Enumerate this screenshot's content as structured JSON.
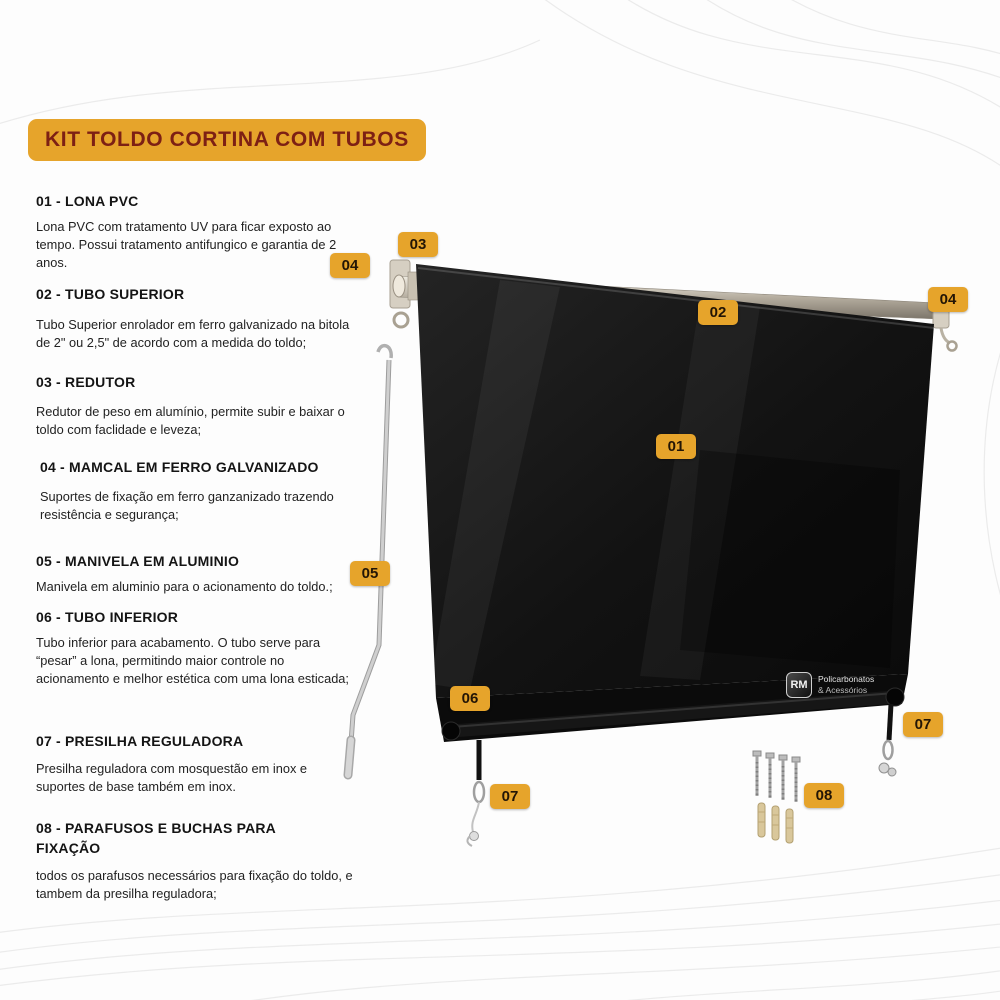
{
  "title": "KIT TOLDO CORTINA COM TUBOS",
  "colors": {
    "badge-bg": "#E6A42B",
    "badge-text": "#231505",
    "title-bg": "#E6A42B",
    "title-text": "#7D2014",
    "heading-text": "#141414",
    "body-text": "#222222"
  },
  "items": [
    {
      "heading": "01 - LONA PVC",
      "body": "Lona PVC com tratamento UV para ficar exposto ao tempo. Possui tratamento antifungico e garantia de 2 anos."
    },
    {
      "heading": "02 - TUBO SUPERIOR",
      "body": "Tubo Superior enrolador em ferro galvanizado na bitola de 2\" ou 2,5\" de acordo com a medida do toldo;"
    },
    {
      "heading": "03 - REDUTOR",
      "body": "Redutor de peso em alumínio, permite subir e baixar o toldo com faclidade e leveza;"
    },
    {
      "heading": "04 - MAMCAL  EM FERRO GALVANIZADO",
      "body": "Suportes de fixação em ferro ganzanizado trazendo resistência e segurança;"
    },
    {
      "heading": "05 - MANIVELA EM ALUMINIO",
      "body": "Manivela em aluminio para o acionamento do toldo.;"
    },
    {
      "heading": "06 - TUBO INFERIOR",
      "body": "Tubo inferior para acabamento. O tubo serve para “pesar” a lona, permitindo maior controle no acionamento e melhor estética com uma lona esticada;"
    },
    {
      "heading": "07 - PRESILHA REGULADORA",
      "body": "Presilha reguladora com mosquestão em inox e suportes de base também em inox."
    },
    {
      "heading": "08 - PARAFUSOS E BUCHAS PARA FIXAÇÃO",
      "body": "todos os parafusos necessários para fixação do toldo, e tambem da presilha reguladora;"
    }
  ],
  "callouts": [
    "03",
    "04",
    "02",
    "04",
    "01",
    "05",
    "06",
    "07",
    "07",
    "08"
  ],
  "watermark": {
    "abbr": "RM",
    "line1": "Policarbonatos",
    "line2": "& Acessórios"
  }
}
